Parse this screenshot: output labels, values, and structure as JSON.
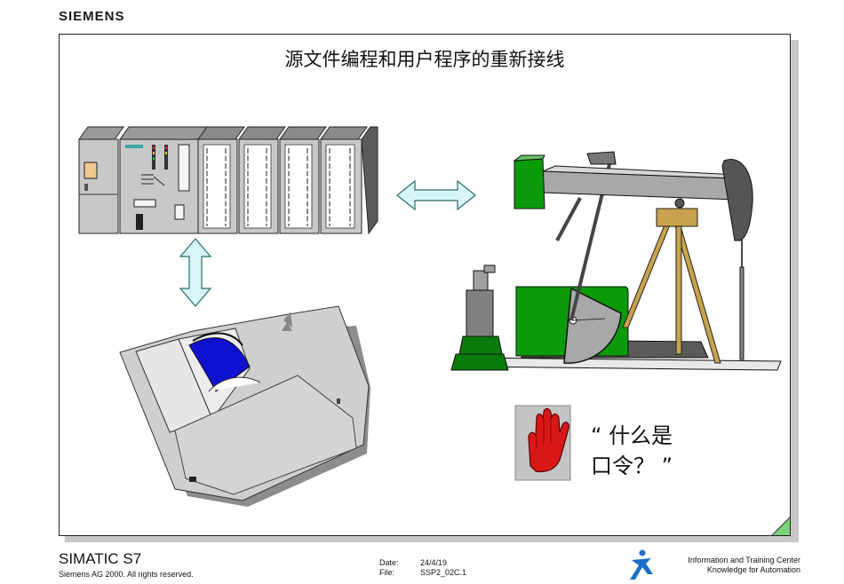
{
  "header": {
    "brand": "SIEMENS"
  },
  "slide": {
    "title": "源文件编程和用户程序的重新接线",
    "quote_line1": "“ 什么是",
    "quote_line2": "口令？ ”"
  },
  "footer": {
    "product": "SIMATIC S7",
    "copyright": "Siemens AG 2000. All rights reserved.",
    "date_label": "Date:",
    "date_value": "24/4/19",
    "file_label": "File:",
    "file_value": "SSP2_02C.1",
    "center_line1": "Information and Training Center",
    "center_line2": "Knowledge for Automation"
  },
  "colors": {
    "arrow_fill": "#d8f6f8",
    "arrow_stroke": "#2a6a6a",
    "pump_green": "#0a9a0a",
    "hand_red": "#d81818",
    "disk_blue": "#1010d0",
    "corner_green": "#7ad27a"
  },
  "icons": [
    "plc-rack-icon",
    "floppy-disk-icon",
    "oil-pump-icon",
    "stop-hand-icon",
    "double-arrow-icon",
    "itc-logo-icon"
  ]
}
